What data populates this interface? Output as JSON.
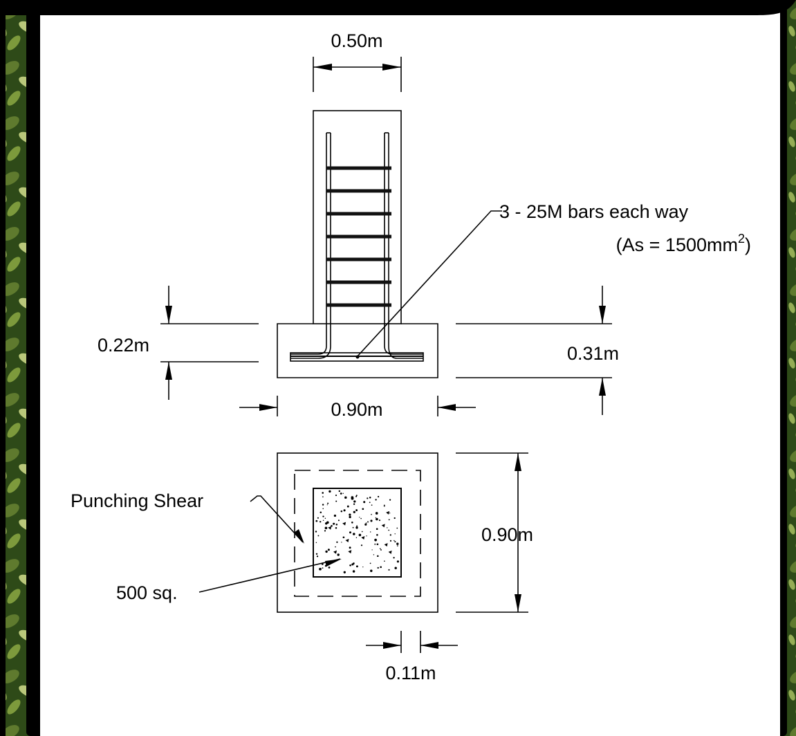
{
  "colors": {
    "foliage_dark": "#2e4a18",
    "foliage_mid": "#5f7a2e",
    "foliage_light": "#b9c77a",
    "frame": "#000000",
    "paper": "#ffffff",
    "ink": "#000000"
  },
  "icons": {
    "arrowhead": "filled-triangle",
    "hatch": "concrete-speckle"
  },
  "labels": {
    "column_width": "0.50m",
    "bar_callout_line1": "3 - 25M bars each way",
    "bar_callout_line2": "(As = 1500mm",
    "bar_callout_sup": "2",
    "bar_callout_close": ")",
    "dim_left_depth": "0.22m",
    "dim_right_depth": "0.31m",
    "footing_width_section": "0.90m",
    "footing_width_plan": "0.90m",
    "punching_shear": "Punching Shear",
    "column_size": "500 sq.",
    "offset": "0.11m"
  }
}
